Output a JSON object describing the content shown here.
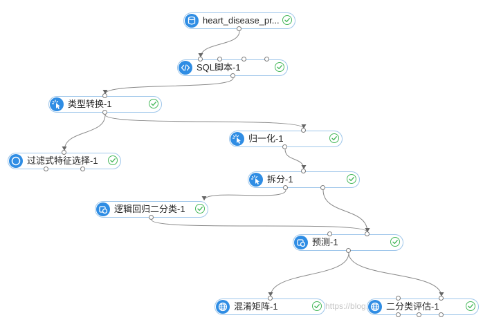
{
  "canvas": {
    "watermark": "https://blog.csdn.net/chenhuiu1",
    "accent_color": "#2f8de4",
    "success_color": "#46b85a",
    "edge_color": "#888888"
  },
  "nodes": [
    {
      "id": "n-data",
      "label": "heart_disease_pr...",
      "icon": "database-icon",
      "status": "success-check-icon"
    },
    {
      "id": "n-sql",
      "label": "SQL脚本-1",
      "icon": "code-icon",
      "status": "success-check-icon"
    },
    {
      "id": "n-type",
      "label": "类型转换-1",
      "icon": "cursor-click-icon",
      "status": "success-check-icon"
    },
    {
      "id": "n-filter",
      "label": "过滤式特征选择-1",
      "icon": "circle-icon",
      "status": "success-check-icon"
    },
    {
      "id": "n-norm",
      "label": "归一化-1",
      "icon": "cursor-click-icon",
      "status": "success-check-icon"
    },
    {
      "id": "n-split",
      "label": "拆分-1",
      "icon": "cursor-click-icon",
      "status": "success-check-icon"
    },
    {
      "id": "n-lr",
      "label": "逻辑回归二分类-1",
      "icon": "model-icon",
      "status": "success-check-icon"
    },
    {
      "id": "n-predict",
      "label": "预测-1",
      "icon": "model-icon",
      "status": "success-check-icon"
    },
    {
      "id": "n-matrix",
      "label": "混淆矩阵-1",
      "icon": "globe-icon",
      "status": "success-check-icon"
    },
    {
      "id": "n-eval",
      "label": "二分类评估-1",
      "icon": "globe-icon",
      "status": "success-check-icon"
    }
  ]
}
